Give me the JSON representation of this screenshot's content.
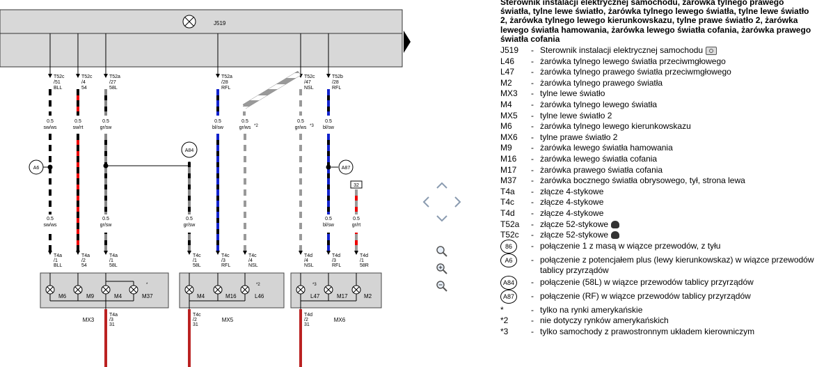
{
  "diagram": {
    "bus_label": "J519",
    "top_connectors": [
      {
        "id": "T52c",
        "pin": "/51",
        "sig": "BLL"
      },
      {
        "id": "T52c",
        "pin": "/4",
        "sig": "54"
      },
      {
        "id": "T52a",
        "pin": "/27",
        "sig": "58L"
      },
      {
        "id": "T52a",
        "pin": "/28",
        "sig": "RFL"
      },
      {
        "id": "T52c",
        "pin": "/47",
        "sig": "NSL"
      },
      {
        "id": "T52b",
        "pin": "/28",
        "sig": "RFL"
      }
    ],
    "wire_labels_upper": [
      {
        "size": "0.5",
        "color": "sw/ws"
      },
      {
        "size": "0.5",
        "color": "sw/rt"
      },
      {
        "size": "0.5",
        "color": "gr/sw"
      },
      {
        "size": "0.5",
        "color": "bl/sw"
      },
      {
        "size": "0.5",
        "color": "gr/ws",
        "note": "*2"
      },
      {
        "size": "0.5",
        "color": "gr/ws",
        "note": "*3"
      },
      {
        "size": "0.5",
        "color": "bl/sw"
      }
    ],
    "wire_labels_lower": [
      {
        "size": "0.5",
        "color": "sw/ws"
      },
      {
        "size": "0.5",
        "color": "gr/sw"
      },
      {
        "size": "0.5",
        "color": "gr/sw"
      },
      {
        "size": "0.5",
        "color": "bl/sw"
      },
      {
        "size": "0.5",
        "color": "gr/rt"
      }
    ],
    "junctions": [
      "A6",
      "A84",
      "A87",
      "32"
    ],
    "bottom_connectors": [
      {
        "id": "T4a",
        "pin": "/1",
        "sig": "BLL"
      },
      {
        "id": "T4a",
        "pin": "/2",
        "sig": "54"
      },
      {
        "id": "T4a",
        "pin": "/1",
        "sig": "58L"
      },
      {
        "id": "T4c",
        "pin": "/1",
        "sig": "58L"
      },
      {
        "id": "T4c",
        "pin": "/3",
        "sig": "RFL"
      },
      {
        "id": "T4c",
        "pin": "/4",
        "sig": "NSL"
      },
      {
        "id": "T4d",
        "pin": "/4",
        "sig": "NSL"
      },
      {
        "id": "T4d",
        "pin": "/3",
        "sig": "RFL"
      },
      {
        "id": "T4d",
        "pin": "/1",
        "sig": "58R"
      }
    ],
    "bulbs": [
      "M6",
      "M9",
      "M4",
      "M37",
      "M4",
      "M16",
      "L46",
      "L47",
      "M17",
      "M2"
    ],
    "bulb_notes": [
      "*",
      "*2",
      "*3"
    ],
    "boxes": [
      "MX3",
      "MX5",
      "MX6"
    ],
    "ground_connectors": [
      {
        "id": "T4a",
        "pin": "/3",
        "sig": "31"
      },
      {
        "id": "T4c",
        "pin": "/2",
        "sig": "31"
      },
      {
        "id": "T4d",
        "pin": "/2",
        "sig": "31"
      }
    ]
  },
  "legend": {
    "title": "Sterownik instalacji elektrycznej samochodu, żarówka tylnego prawego światła, tylne lewe światło, żarówka tylnego lewego światła, tylne lewe światło 2, żarówka tylnego lewego kierunkowskazu, tylne prawe światło 2, żarówka lewego światła hamowania, żarówka lewego światła cofania, żarówka prawego światła cofania",
    "items": [
      {
        "code": "J519",
        "desc": "Sterownik instalacji elektrycznej samochodu",
        "icon": "camera-icon"
      },
      {
        "code": "L46",
        "desc": "żarówka tylnego lewego światła przeciwmgłowego"
      },
      {
        "code": "L47",
        "desc": "żarówka tylnego prawego światła przeciwmgłowego"
      },
      {
        "code": "M2",
        "desc": "żarówka tylnego prawego światła"
      },
      {
        "code": "MX3",
        "desc": "tylne lewe światło"
      },
      {
        "code": "M4",
        "desc": "żarówka tylnego lewego światła"
      },
      {
        "code": "MX5",
        "desc": "tylne lewe światło 2"
      },
      {
        "code": "M6",
        "desc": "żarówka tylnego lewego kierunkowskazu"
      },
      {
        "code": "MX6",
        "desc": "tylne prawe światło 2"
      },
      {
        "code": "M9",
        "desc": "żarówka lewego światła hamowania"
      },
      {
        "code": "M16",
        "desc": "żarówka lewego światła cofania"
      },
      {
        "code": "M17",
        "desc": "żarówka prawego światła cofania"
      },
      {
        "code": "M37",
        "desc": "żarówka bocznego światła obrysowego, tył, strona lewa"
      },
      {
        "code": "T4a",
        "desc": "złącze 4-stykowe"
      },
      {
        "code": "T4c",
        "desc": "złącze 4-stykowe"
      },
      {
        "code": "T4d",
        "desc": "złącze 4-stykowe"
      },
      {
        "code": "T52a",
        "desc": "złącze 52-stykowe",
        "icon": "connector-plug-icon"
      },
      {
        "code": "T52c",
        "desc": "złącze 52-stykowe",
        "icon": "connector-plug-icon"
      },
      {
        "code": "86",
        "desc": "połączenie 1 z masą w wiązce przewodów, z tyłu",
        "circle": true
      },
      {
        "code": "A6",
        "desc": "połączenie z potencjałem plus (lewy kierunkowskaz) w wiązce przewodów tablicy przyrządów",
        "circle": true
      },
      {
        "code": "A84",
        "desc": "połączenie (58L) w wiązce przewodów tablicy przyrządów",
        "circle": true
      },
      {
        "code": "A87",
        "desc": "połączenie (RF) w wiązce przewodów tablicy przyrządów",
        "circle": true
      },
      {
        "code": "*",
        "desc": "tylko na rynki amerykańskie"
      },
      {
        "code": "*2",
        "desc": "nie dotyczy rynków amerykańskich"
      },
      {
        "code": "*3",
        "desc": "tylko samochody z prawostronnym układem kierowniczym"
      }
    ]
  }
}
